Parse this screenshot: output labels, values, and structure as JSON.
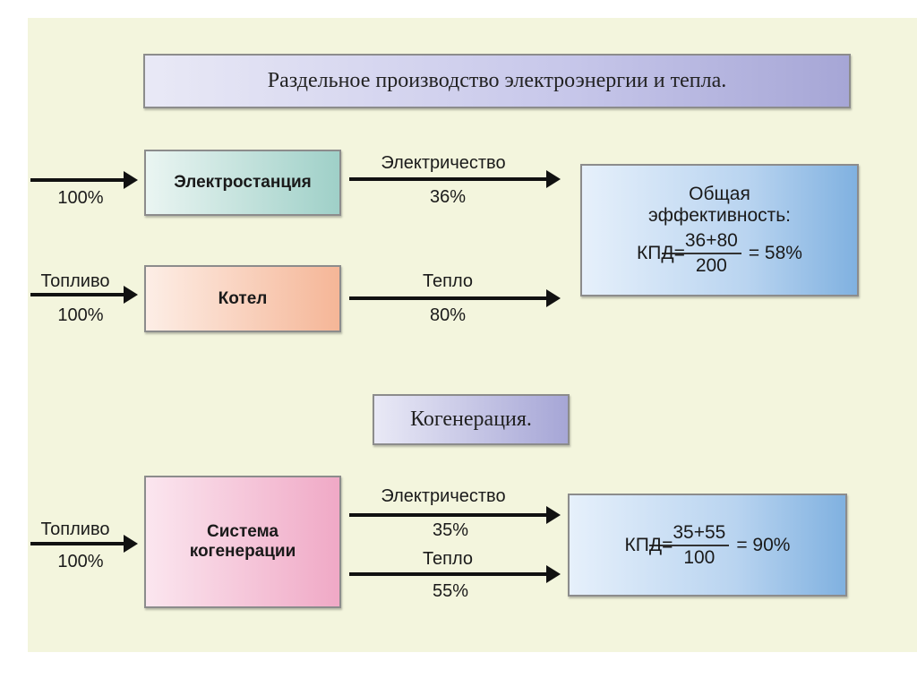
{
  "separate": {
    "title": "Раздельное производство электроэнергии и тепла.",
    "power_plant": "Электростанция",
    "boiler": "Котел",
    "fuel_in_1": "100%",
    "fuel_label_2": "Топливо",
    "fuel_in_2": "100%",
    "electricity_label": "Электричество",
    "electricity_value": "36%",
    "heat_label": "Тепло",
    "heat_value": "80%",
    "efficiency_title_1": "Общая",
    "efficiency_title_2": "эффективность:",
    "kpd_prefix": "КПД=",
    "kpd_numerator": "36+80",
    "kpd_denominator": "200",
    "kpd_result": "= 58%"
  },
  "cogen": {
    "title": "Когенерация.",
    "system_1": "Система",
    "system_2": "когенерации",
    "fuel_label": "Топливо",
    "fuel_in": "100%",
    "electricity_label": "Электричество",
    "electricity_value": "35%",
    "heat_label": "Тепло",
    "heat_value": "55%",
    "kpd_prefix": "КПД=",
    "kpd_numerator": "35+55",
    "kpd_denominator": "100",
    "kpd_result": "= 90%"
  }
}
